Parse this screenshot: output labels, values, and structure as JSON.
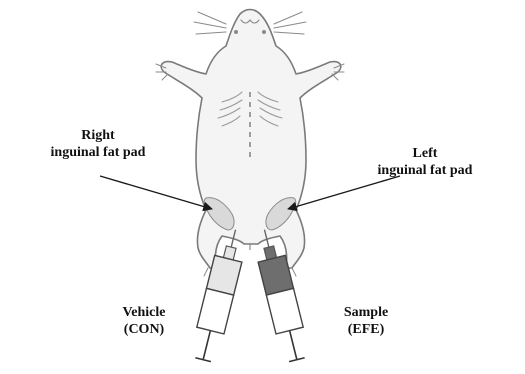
{
  "labels": {
    "right_pad": [
      "Right",
      "inguinal fat pad"
    ],
    "left_pad": [
      "Left",
      "inguinal fat pad"
    ],
    "vehicle": [
      "Vehicle",
      "(CON)"
    ],
    "sample": [
      "Sample",
      "(EFE)"
    ]
  },
  "colors": {
    "outline": "#7a7a7a",
    "body_fill": "#f4f4f4",
    "fat_pad": "#d9d9d9",
    "vehicle_syringe_liquid": "#e6e6e6",
    "sample_syringe_liquid": "#6e6e6e",
    "arrow": "#1a1a1a"
  }
}
